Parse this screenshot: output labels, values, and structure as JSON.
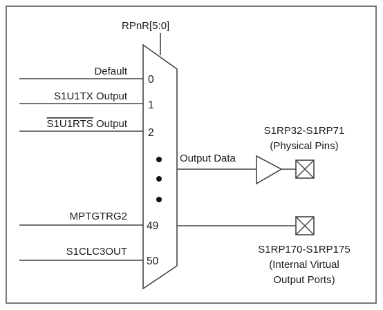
{
  "diagram": {
    "select_signal": "RPnR[5:0]",
    "inputs": [
      {
        "label": "Default",
        "number": "0",
        "overline": false
      },
      {
        "label": "S1U1TX Output",
        "number": "1",
        "overline": false
      },
      {
        "label_overline": "S1U1RTS",
        "label_rest": " Output",
        "number": "2",
        "overline": true
      },
      {
        "label": "MPTGTRG2",
        "number": "49",
        "overline": false
      },
      {
        "label": "S1CLC3OUT",
        "number": "50",
        "overline": false
      }
    ],
    "output_label": "Output Data",
    "physical_pins": {
      "line1": "S1RP32-S1RP71",
      "line2": "(Physical Pins)"
    },
    "virtual_ports": {
      "line1": "S1RP170-S1RP175",
      "line2": "(Internal Virtual",
      "line3": "Output Ports)"
    }
  }
}
